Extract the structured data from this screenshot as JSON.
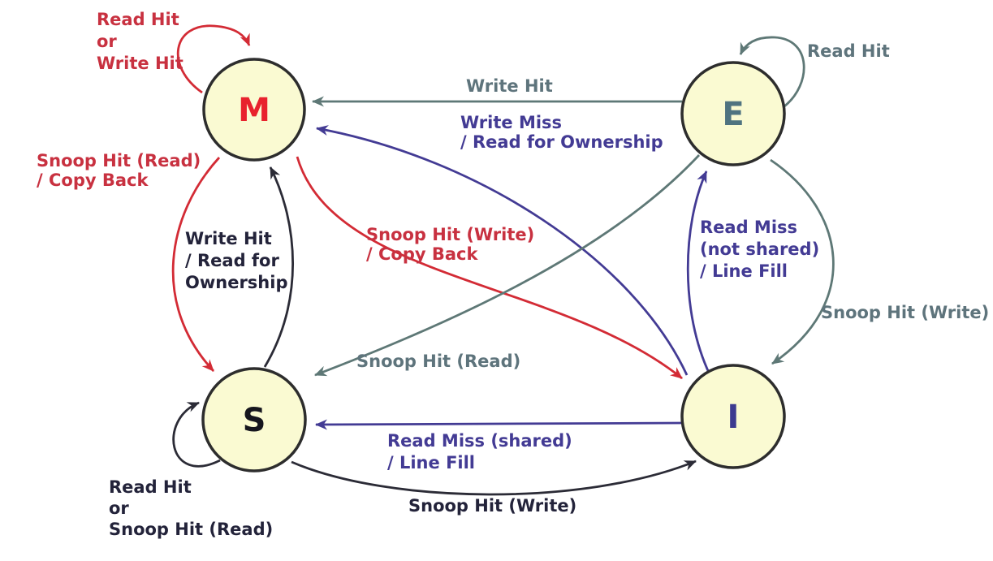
{
  "diagram": {
    "background": "#ffffff",
    "palette": {
      "state_fill": "#FAFAD2",
      "state_border": "#2D2D2D",
      "red": "#D32B35",
      "gray": "#5E7876",
      "purple": "#433B94",
      "black": "#2B2B36",
      "red_text": "#C83140",
      "gray_text": "#5E747C",
      "black_text": "#23233A"
    },
    "states": {
      "M": {
        "label": "M",
        "letter_color": "#E8222D"
      },
      "E": {
        "label": "E",
        "letter_color": "#4F7380"
      },
      "S": {
        "label": "S",
        "letter_color": "#16161E"
      },
      "I": {
        "label": "I",
        "letter_color": "#3C3A90"
      }
    },
    "transitions": {
      "m_self": {
        "from": "M",
        "to": "M",
        "color": "red",
        "lines": [
          "Read Hit",
          "or",
          "Write Hit"
        ]
      },
      "e_self": {
        "from": "E",
        "to": "E",
        "color": "gray",
        "lines": [
          "Read Hit"
        ]
      },
      "e_to_m": {
        "from": "E",
        "to": "M",
        "color": "gray",
        "lines": [
          "Write Hit"
        ]
      },
      "i_to_m": {
        "from": "I",
        "to": "M",
        "color": "purple",
        "lines": [
          "Write Miss",
          "/ Read for Ownership"
        ]
      },
      "m_to_s": {
        "from": "M",
        "to": "S",
        "color": "red",
        "lines": [
          "Snoop Hit (Read)",
          "/ Copy Back"
        ]
      },
      "s_to_m": {
        "from": "S",
        "to": "M",
        "color": "black",
        "lines": [
          "Write Hit",
          "/ Read for",
          "Ownership"
        ]
      },
      "m_to_i": {
        "from": "M",
        "to": "I",
        "color": "red",
        "lines": [
          "Snoop Hit (Write)",
          "/ Copy Back"
        ]
      },
      "e_to_s": {
        "from": "E",
        "to": "S",
        "color": "gray",
        "lines": [
          "Snoop Hit (Read)"
        ]
      },
      "e_to_i": {
        "from": "E",
        "to": "I",
        "color": "gray",
        "lines": [
          "Snoop Hit (Write)"
        ]
      },
      "i_to_e": {
        "from": "I",
        "to": "E",
        "color": "purple",
        "lines": [
          "Read Miss",
          "(not shared)",
          "/ Line Fill"
        ]
      },
      "i_to_s": {
        "from": "I",
        "to": "S",
        "color": "purple",
        "lines": [
          "Read Miss (shared)",
          "/ Line Fill"
        ]
      },
      "s_to_i": {
        "from": "S",
        "to": "I",
        "color": "black",
        "lines": [
          "Snoop Hit (Write)"
        ]
      },
      "s_self": {
        "from": "S",
        "to": "S",
        "color": "black",
        "lines": [
          "Read Hit",
          "or",
          "Snoop Hit (Read)"
        ]
      }
    }
  }
}
